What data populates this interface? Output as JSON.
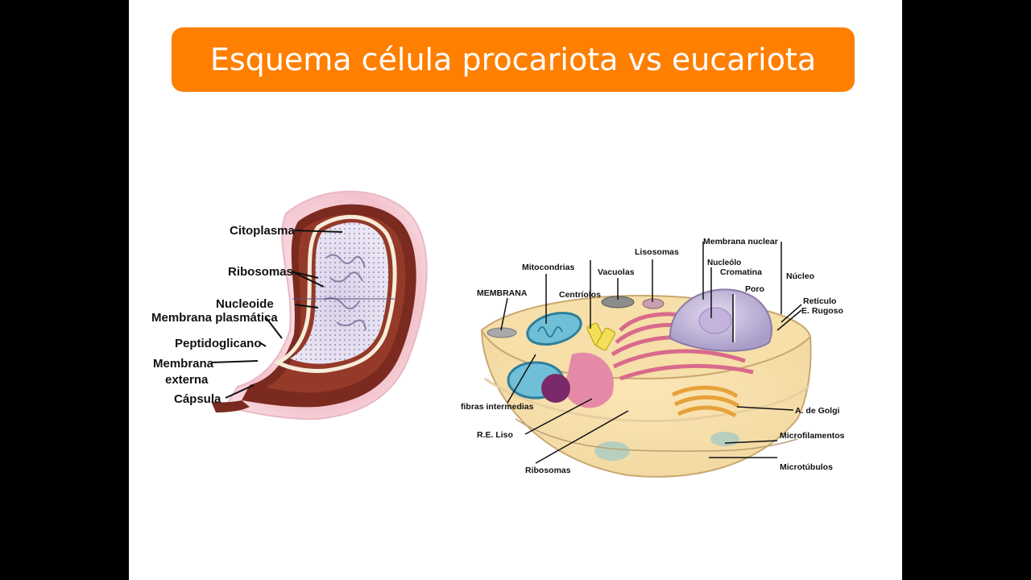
{
  "slide": {
    "title": "Esquema célula procariota vs eucariota",
    "colors": {
      "title_bar": "#ff7f00",
      "title_text": "#ffffff",
      "background": "#ffffff",
      "side_bars": "#000000"
    }
  },
  "prokaryote": {
    "labels": {
      "citoplasma": "Citoplasma",
      "ribosomas": "Ribosomas",
      "nucleoide": "Nucleoide",
      "membrana_plasmatica": "Membrana plasmática",
      "peptidoglicano": "Peptidoglicano",
      "membrana_externa_1": "Membrana",
      "membrana_externa_2": "externa",
      "capsula": "Cápsula"
    }
  },
  "eukaryote": {
    "labels": {
      "membrana_nuclear": "Membrana nuclear",
      "lisosomas": "Lisosomas",
      "mitocondrias": "Mitocondrias",
      "nucleolo": "Nucleólo",
      "cromatina": "Cromatina",
      "nucleo": "Núcleo",
      "vacuolas": "Vacuolas",
      "membrana": "MEMBRANA",
      "centriolos": "Centríolos",
      "poro": "Poro",
      "reticulo_1": "Retículo",
      "reticulo_2": "E. Rugoso",
      "fibras": "fibras intermedias",
      "golgi": "A. de Golgi",
      "re_liso": "R.E. Liso",
      "microfilamentos": "Microfilamentos",
      "ribosomas": "Ribosomas",
      "microtubulos": "Microtúbulos"
    }
  }
}
